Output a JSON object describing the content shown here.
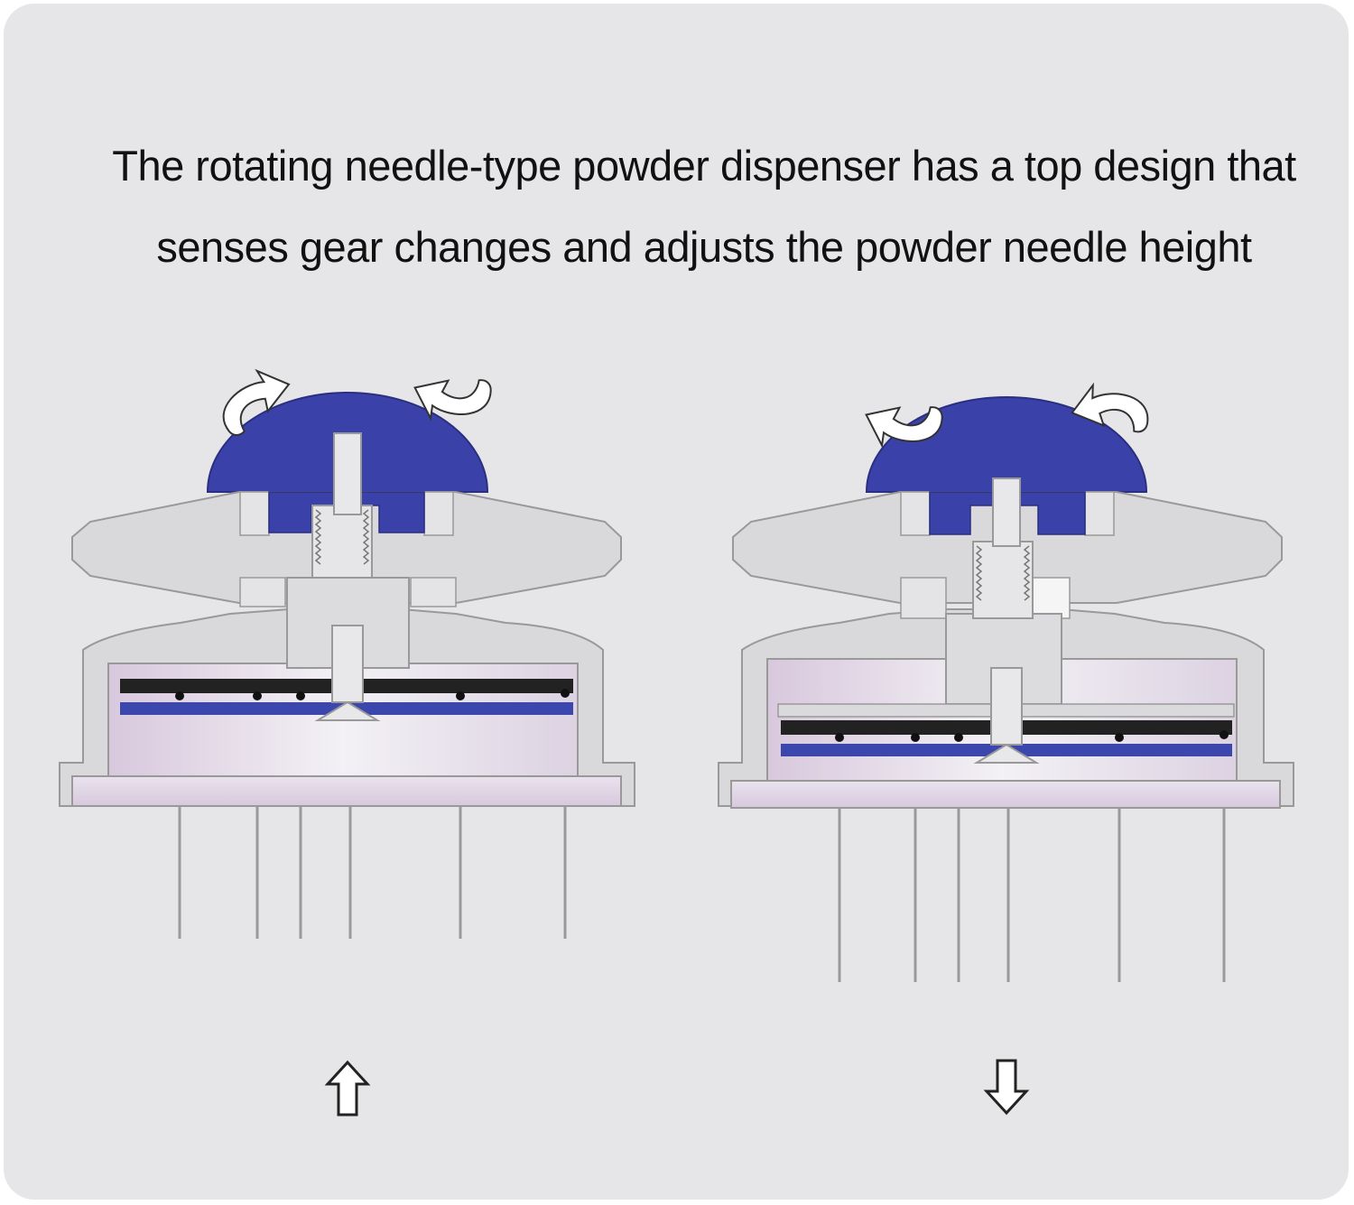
{
  "headline": {
    "line1": "The rotating needle-type powder dispenser has a top design that",
    "line2": "senses gear changes and adjusts the powder needle height"
  },
  "colors": {
    "background": "#e6e6e8",
    "body_gray": "#d9d9db",
    "knob_blue": "#3a41a8",
    "plate_blue": "#3b47ad",
    "plate_black": "#222222",
    "text": "#111111"
  },
  "diagrams": [
    {
      "position": "left",
      "needle_state": "raised",
      "direction_arrow": "up-arrow-icon",
      "rotation_arrows": "rotate-arrows-icon"
    },
    {
      "position": "right",
      "needle_state": "lowered",
      "direction_arrow": "down-arrow-icon",
      "rotation_arrows": "rotate-arrows-icon"
    }
  ]
}
